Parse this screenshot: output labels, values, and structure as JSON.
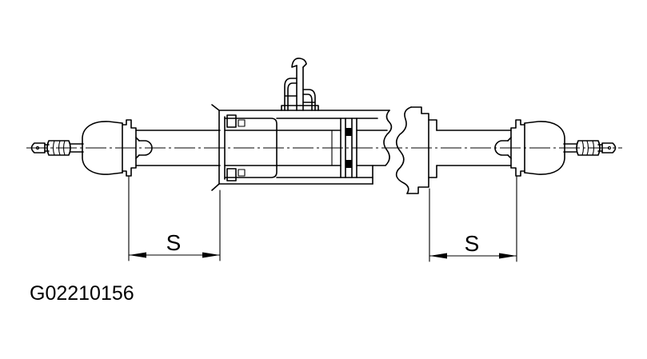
{
  "figure_code": "G02210156",
  "dimensions": {
    "left": {
      "label": "S"
    },
    "right": {
      "label": "S"
    }
  },
  "colors": {
    "line": "#000000",
    "background": "#ffffff"
  }
}
